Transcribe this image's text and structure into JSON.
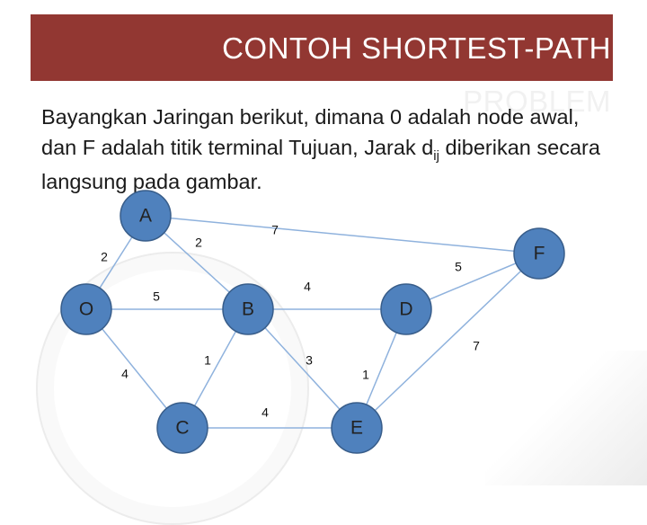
{
  "slide": {
    "title_line1": "CONTOH SHORTEST-PATH",
    "title_line2": "PROBLEM",
    "intro_part1": "Bayangkan Jaringan berikut, dimana 0 adalah node awal, dan F adalah titik terminal Tujuan, Jarak d",
    "intro_subscript": "ij",
    "intro_part2": " diberikan secara langsung pada gambar."
  },
  "colors": {
    "title_bar": "#923732",
    "node_fill": "#4f81bd",
    "node_stroke": "#385d8a",
    "edge": "#8fb2dd"
  },
  "graph": {
    "nodes": [
      {
        "id": "A",
        "label": "A"
      },
      {
        "id": "O",
        "label": "O"
      },
      {
        "id": "B",
        "label": "B"
      },
      {
        "id": "C",
        "label": "C"
      },
      {
        "id": "D",
        "label": "D"
      },
      {
        "id": "E",
        "label": "E"
      },
      {
        "id": "F",
        "label": "F"
      }
    ],
    "edges": [
      {
        "from": "O",
        "to": "A",
        "weight": "2"
      },
      {
        "from": "A",
        "to": "B",
        "weight": "2"
      },
      {
        "from": "A",
        "to": "F",
        "weight": "7"
      },
      {
        "from": "O",
        "to": "B",
        "weight": "5"
      },
      {
        "from": "B",
        "to": "D",
        "weight": "4"
      },
      {
        "from": "O",
        "to": "C",
        "weight": "4"
      },
      {
        "from": "B",
        "to": "C",
        "weight": "1"
      },
      {
        "from": "B",
        "to": "E",
        "weight": "3"
      },
      {
        "from": "D",
        "to": "F",
        "weight": "5"
      },
      {
        "from": "C",
        "to": "E",
        "weight": "4"
      },
      {
        "from": "D",
        "to": "E",
        "weight": "1"
      },
      {
        "from": "E",
        "to": "F",
        "weight": "7"
      }
    ]
  }
}
